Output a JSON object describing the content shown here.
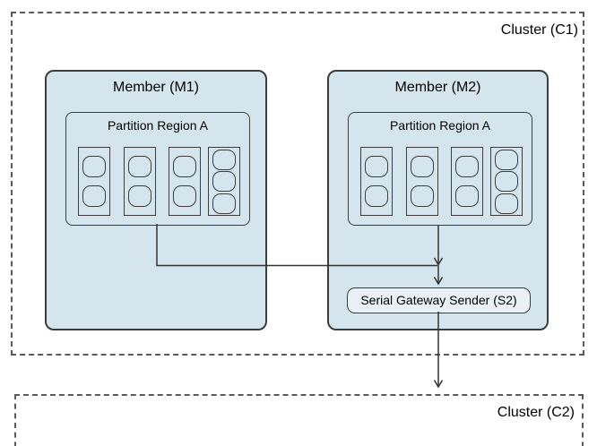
{
  "clusters": {
    "c1": {
      "label": "Cluster (C1)"
    },
    "c2": {
      "label": "Cluster (C2)"
    }
  },
  "members": [
    {
      "title": "Member (M1)",
      "region_label": "Partition Region A",
      "buckets": [
        2,
        2,
        2,
        3
      ]
    },
    {
      "title": "Member (M2)",
      "region_label": "Partition Region A",
      "buckets": [
        2,
        2,
        2,
        3
      ]
    }
  ],
  "sender": {
    "label": "Serial Gateway Sender (S2)"
  },
  "edges": [
    {
      "from": "partition-region-m1",
      "to": "serial-gateway-sender"
    },
    {
      "from": "partition-region-m2",
      "to": "serial-gateway-sender"
    },
    {
      "from": "serial-gateway-sender",
      "to": "cluster-c2"
    }
  ],
  "colors": {
    "member_fill": "#d4e5ee",
    "sender_fill": "#e9f1f6",
    "box_border": "#3d3d3d",
    "cluster_border": "#5a5a5a",
    "connector": "#333333"
  }
}
